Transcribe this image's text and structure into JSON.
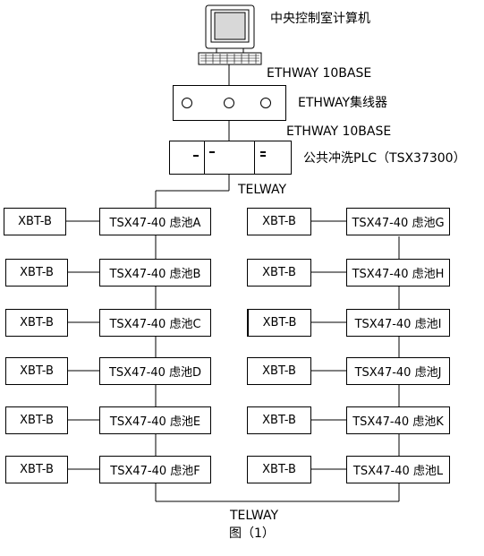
{
  "central_pc_label": "中央控制室计算机",
  "ethway_upper_label": "ETHWAY 10BASE",
  "hub_label": "ETHWAY集线器",
  "ethway_lower_label": "ETHWAY 10BASE",
  "plc_label": "公共冲洗PLC（TSX37300）",
  "telway_top_label": "TELWAY",
  "telway_bottom_label": "TELWAY",
  "figure_caption": "图（1）",
  "terminal_label": "XBT-B",
  "left_rows": [
    {
      "terminal": "XBT-B",
      "controller": "TSX47-40 虑池A"
    },
    {
      "terminal": "XBT-B",
      "controller": "TSX47-40 虑池B"
    },
    {
      "terminal": "XBT-B",
      "controller": "TSX47-40 虑池C"
    },
    {
      "terminal": "XBT-B",
      "controller": "TSX47-40 虑池D"
    },
    {
      "terminal": "XBT-B",
      "controller": "TSX47-40 虑池E"
    },
    {
      "terminal": "XBT-B",
      "controller": "TSX47-40 虑池F"
    }
  ],
  "right_rows": [
    {
      "terminal": "XBT-B",
      "controller": "TSX47-40 虑池G"
    },
    {
      "terminal": "XBT-B",
      "controller": "TSX47-40 虑池H"
    },
    {
      "terminal": "XBT-B",
      "controller": "TSX47-40 虑池I"
    },
    {
      "terminal": "XBT-B",
      "controller": "TSX47-40 虑池J"
    },
    {
      "terminal": "XBT-B",
      "controller": "TSX47-40 虑池K"
    },
    {
      "terminal": "XBT-B",
      "controller": "TSX47-40 虑池L"
    }
  ]
}
